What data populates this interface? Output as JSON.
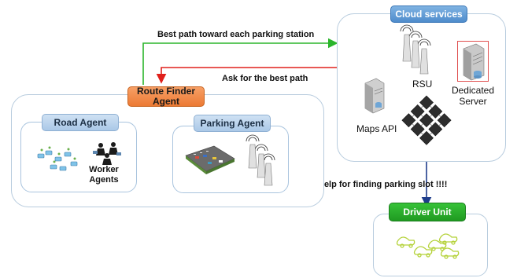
{
  "edges": {
    "best_path": "Best path toward each parking station",
    "ask_path": "Ask for the best path",
    "help_parking": "Help for finding parking slot !!!!"
  },
  "route_finder": {
    "title": "Route Finder Agent"
  },
  "road_agent": {
    "title": "Road Agent",
    "worker_agents": "Worker Agents"
  },
  "parking_agent": {
    "title": "Parking Agent"
  },
  "cloud": {
    "title": "Cloud services",
    "rsu": "RSU",
    "dedicated_server": "Dedicated Server",
    "maps_api": "Maps API"
  },
  "driver_unit": {
    "title": "Driver Unit"
  },
  "colors": {
    "green_arrow": "#2bb52b",
    "red_arrow": "#e0201b",
    "blue_arrow": "#1f3d8c",
    "orange": "#ed7d31",
    "cloud_blue": "#5b9bd5",
    "driver_green": "#22a524"
  },
  "icons": [
    "computer-icon",
    "server-icon",
    "antenna-icon",
    "network-chip-icon",
    "parking-lot-icon",
    "car-icon",
    "person-icon"
  ]
}
